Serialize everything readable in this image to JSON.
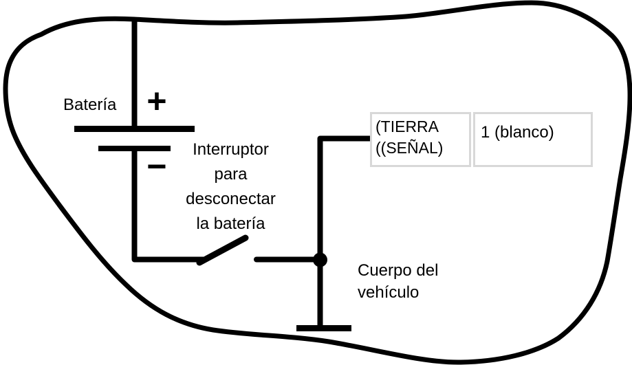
{
  "diagram": {
    "labels": {
      "battery": "Batería",
      "battery_positive": "+",
      "battery_negative": "−",
      "switch": "Interruptor\npara\ndesconectar\nla batería",
      "vehicle_body": "Cuerpo del\nvehículo"
    },
    "connector_table": {
      "rows": [
        [
          "(TIERRA\n((SEÑAL)",
          "1 (blanco)"
        ]
      ]
    },
    "icons": {
      "vehicle_outline": "freeform-closed-loop-outline",
      "battery": "two-plate-battery-symbol",
      "switch": "open-blade-switch-symbol",
      "ground": "chassis-ground-bar",
      "junction": "filled-circle-node"
    },
    "colors": {
      "background": "#ffffff",
      "line": "#000000",
      "table_border": "#d8d8d8",
      "text": "#000000"
    }
  }
}
